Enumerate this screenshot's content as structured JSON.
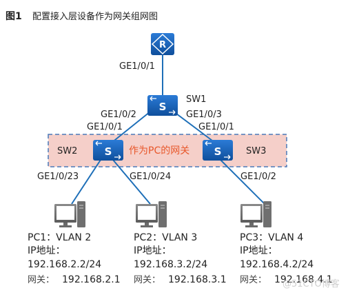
{
  "figure": {
    "number": "图1",
    "title": "配置接入层设备作为网关组网图"
  },
  "devices": {
    "router": {
      "icon": "router-icon",
      "symbol": "R",
      "uplink_port": "GE1/0/1"
    },
    "sw1": {
      "name": "SW1",
      "symbol": "S",
      "port_left": "GE1/0/2",
      "port_right": "GE1/0/3"
    },
    "sw2": {
      "name": "SW2",
      "symbol": "S",
      "port_up": "GE1/0/1",
      "port_pc1": "GE1/0/23",
      "port_pc2": "GE1/0/24"
    },
    "sw3": {
      "name": "SW3",
      "symbol": "S",
      "port_up": "GE1/0/1",
      "port_pc3": "GE1/0/2"
    }
  },
  "gateway_zone": {
    "label": "作为PC的网关",
    "fill": "#f5cfc9",
    "border": "#4a78b8",
    "text_color": "#e8572a"
  },
  "pcs": [
    {
      "name": "PC1：VLAN 2",
      "ip_label": "IP地址：",
      "ip": "192.168.2.2/24",
      "gw_label": "网关：",
      "gw": "192.168.2.1"
    },
    {
      "name": "PC2：VLAN 3",
      "ip_label": "IP地址：",
      "ip": "192.168.3.2/24",
      "gw_label": "网关：",
      "gw": "192.168.3.1"
    },
    {
      "name": "PC3：VLAN 4",
      "ip_label": "IP地址：",
      "ip": "192.168.4.2/24",
      "gw_label": "网关：",
      "gw": "192.168.4.1"
    }
  ],
  "colors": {
    "device": "#1565c0",
    "link": "#1e6fb8",
    "pc": "#666666"
  },
  "watermark": "@51CTO博客"
}
